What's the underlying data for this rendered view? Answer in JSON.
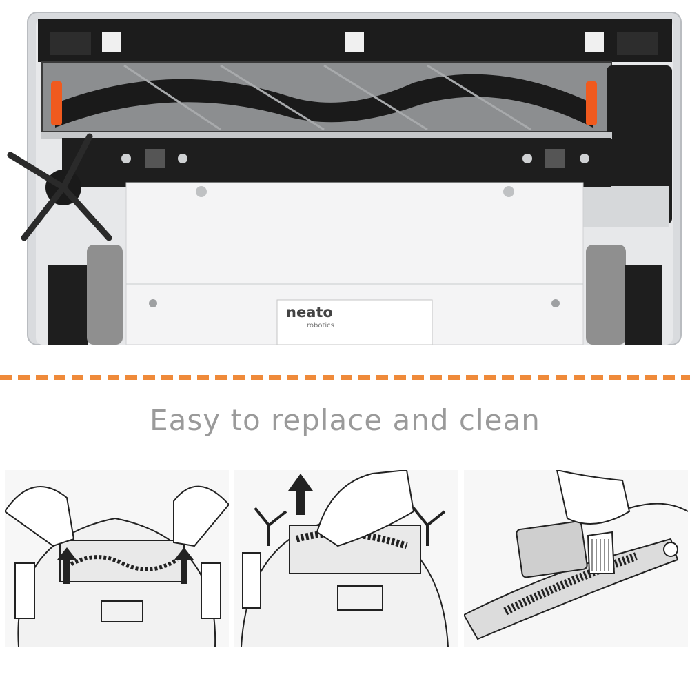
{
  "photo": {
    "brand_logo": "neato",
    "brand_sub": "robotics"
  },
  "headline": "Easy to replace and clean",
  "colors": {
    "divider": "#ef8a3a",
    "headline": "#9a9a9a",
    "accent_orange": "#f05a1e"
  },
  "steps": [
    {
      "icon": "lift-brush-cover-illustration"
    },
    {
      "icon": "remove-brush-illustration"
    },
    {
      "icon": "clean-brush-tool-illustration"
    }
  ]
}
